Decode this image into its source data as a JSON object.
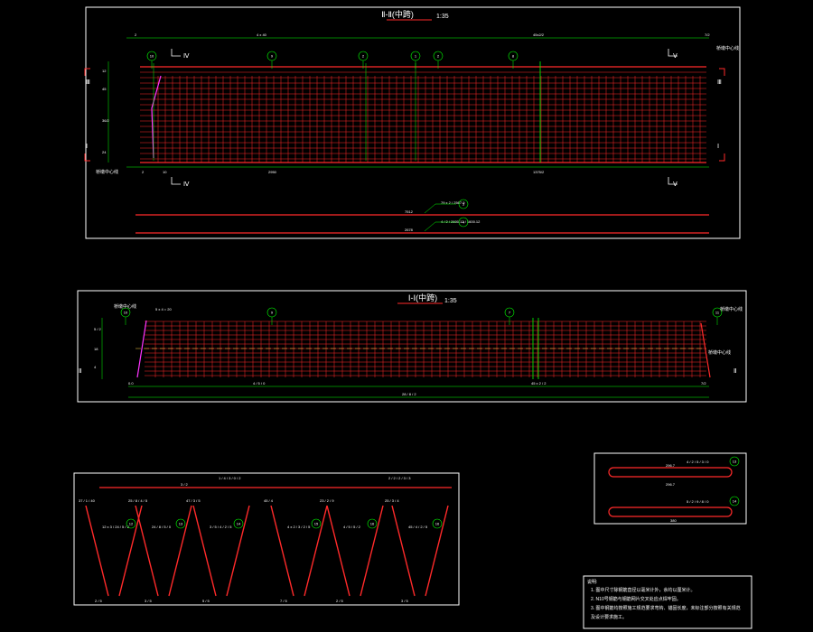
{
  "colors": {
    "background": "#000000",
    "frame": "#ffffff",
    "rebar": "#ff2a2a",
    "dim": "#00ff00",
    "text": "#ffffff",
    "magenta": "#ff33ff",
    "accent": "#cc3333"
  },
  "top_view": {
    "title": "Ⅱ-Ⅱ(中跨)",
    "scale": "1:35",
    "section_left_top": "Ⅳ",
    "section_right_top": "Ⅴ",
    "section_left_bottom": "Ⅳ",
    "section_right_bottom": "Ⅴ",
    "cut_left_top": "Ⅲ",
    "cut_left_bottom": "Ⅰ",
    "cut_right_top": "Ⅲ",
    "cut_right_bottom": "Ⅰ",
    "center_label_left": "桥墩中心线",
    "center_label_right": "桥墩中心线",
    "dim_top": [
      "2",
      "4 x 40",
      "45x2/2",
      "7/2"
    ],
    "dim_bottom": [
      "2",
      "10",
      "2950",
      "1375/2"
    ],
    "dim_left": [
      "12",
      "45",
      "36/2",
      "24"
    ],
    "callouts": [
      "10",
      "9",
      "2",
      "1",
      "2",
      "8"
    ],
    "bars": [
      {
        "length": "7512",
        "spec": "79 x 2 / 2567.9",
        "mark": "3"
      },
      {
        "length": "2678",
        "spec": "4 / 2 / 2600.12 / 1600.12",
        "mark": "4"
      }
    ]
  },
  "mid_view": {
    "title": "Ⅰ-Ⅰ(中跨)",
    "scale": "1:35",
    "center_label_left": "桥墩中心线",
    "center_label_right": "桥墩中心线",
    "center_label_far": "桥墩中心线",
    "dim_top": [
      "5 x 4 = 20"
    ],
    "dim_bottom": [
      "0.0",
      "4 / 5 / 0",
      "45 x 2 / 2",
      "7/2"
    ],
    "dim_total": "28 / 8 / 2",
    "dim_left": [
      "5 / 2",
      "18",
      "4"
    ],
    "callouts": [
      "10",
      "9",
      "7",
      "11"
    ],
    "cut_left": "Ⅱ",
    "cut_right": "Ⅱ"
  },
  "bottom_left": {
    "length_label": "3 / 2",
    "bar_spec_left": "1 / 4 / 3 / 0 / 2",
    "bar_spec_right": "2 / 2 / 2 / 3 / 3",
    "bars": [
      {
        "top": "37 / 1 / 40",
        "mid": "12 x 3 / 24 / 5 / 2",
        "mark": "12",
        "bottom": "2 / 5"
      },
      {
        "top": "25 / 8 / 4 / 5",
        "mid": "24 / 8 / 5 / 0",
        "mark": "13",
        "bottom": "3 / 5"
      },
      {
        "top": "47 / 3 / 5",
        "mid": "3 / 5 / 4 / 2 / 5",
        "mark": "14",
        "bottom": "5 / 5"
      },
      {
        "top": "45 / 4",
        "mid": "4 x 2 / 3 / 2 / 5",
        "mark": "15",
        "bottom": "7 / 5"
      },
      {
        "top": "23 / 2 / 9",
        "mid": "4 / 5 / 5 / 2",
        "mark": "16",
        "bottom": "2 / 5"
      },
      {
        "top": "25 / 3 / 4",
        "mid": "45 / 4 / 2 / 5",
        "mark": "16",
        "bottom": "3 / 5"
      }
    ]
  },
  "bottom_right": {
    "bars": [
      {
        "spec": "4 / 2 / 5 / 3 / 0",
        "len1": "296.7",
        "len2": "296.7",
        "mark": "13"
      },
      {
        "spec": "5 / 2 / 9 / 8 / 0",
        "len1": "380",
        "len2": "",
        "mark": "14"
      }
    ]
  },
  "notes": {
    "heading": "说明:",
    "lines": [
      "1. 图中尺寸除钢筋直径以毫米计外，余均以厘米计。",
      "2. N10号钢筋与钢筋网片交叉处应点焊牢固。",
      "3. 图中钢筋均按照施工规范要求弯钩、锚固长度，未标注部分按照有关规范",
      "   及设计要求施工。"
    ]
  }
}
